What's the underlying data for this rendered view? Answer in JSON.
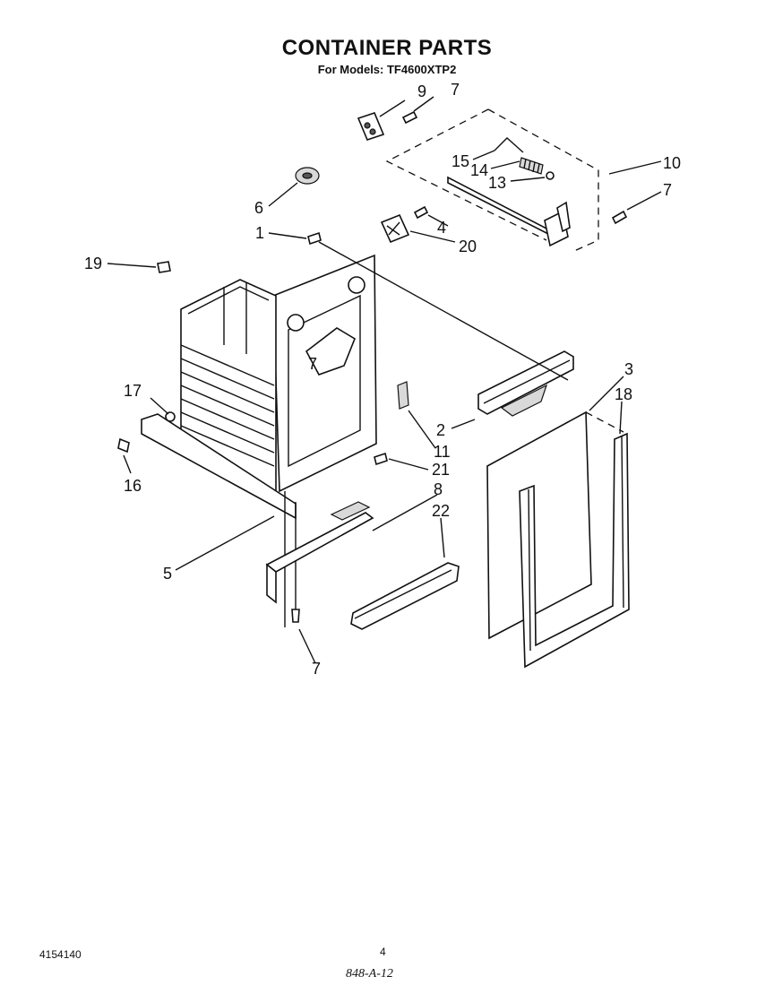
{
  "header": {
    "title": "CONTAINER PARTS",
    "subtitle": "For Models: TF4600XTP2"
  },
  "callouts": {
    "c1": "1",
    "c2": "2",
    "c3": "3",
    "c4": "4",
    "c5": "5",
    "c6": "6",
    "c7a": "7",
    "c7b": "7",
    "c7c": "7",
    "c7d": "7",
    "c8": "8",
    "c9": "9",
    "c10": "10",
    "c11": "11",
    "c13": "13",
    "c14": "14",
    "c15": "15",
    "c16": "16",
    "c17": "17",
    "c18": "18",
    "c19": "19",
    "c20": "20",
    "c21": "21",
    "c22": "22"
  },
  "footer": {
    "doc_number": "4154140",
    "page": "4",
    "code": "848-A-12"
  }
}
